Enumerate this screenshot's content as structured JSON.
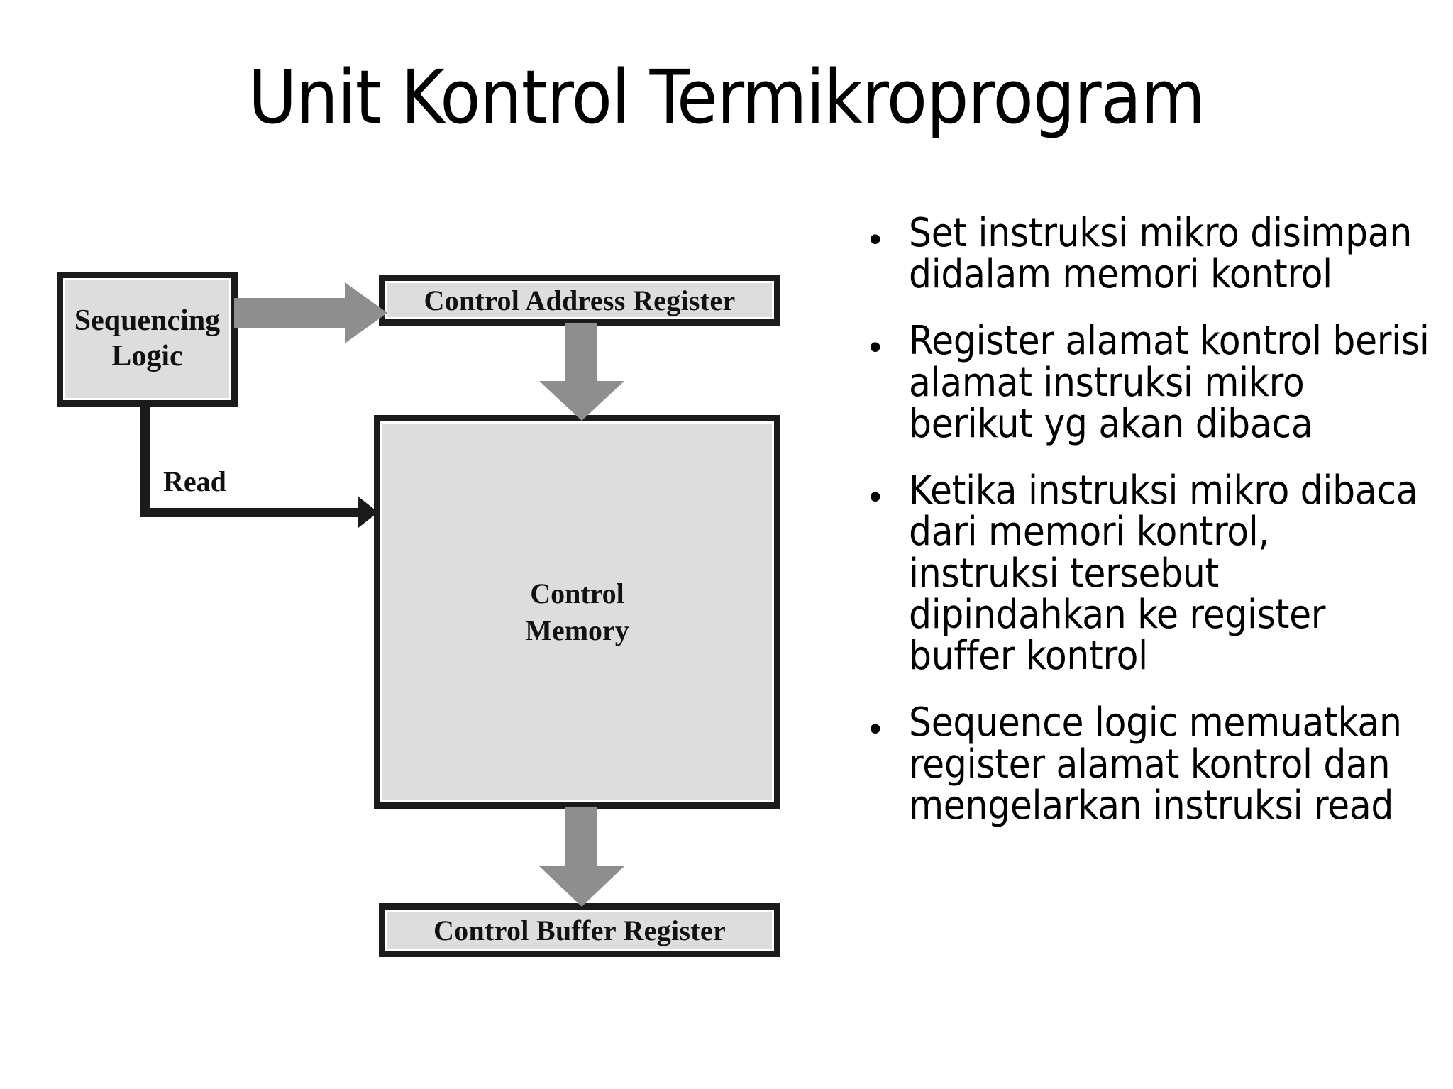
{
  "slide": {
    "title": "Unit Kontrol Termikroprogram",
    "background_color": "#ffffff"
  },
  "diagram": {
    "box_fill_color": "#dddddd",
    "box_border_color": "#1b1b1b",
    "arrow_color": "#8e8e8e",
    "line_color": "#1b1b1b",
    "boxes": [
      {
        "id": "sequencing-logic",
        "label_line1": "Sequencing",
        "label_line2": "Logic"
      },
      {
        "id": "control-address-register",
        "label": "Control Address Register"
      },
      {
        "id": "control-memory",
        "label_line1": "Control",
        "label_line2": "Memory"
      },
      {
        "id": "control-buffer-register",
        "label": "Control Buffer Register"
      }
    ],
    "connections": [
      {
        "id": "sl-to-car",
        "from": "sequencing-logic",
        "to": "control-address-register",
        "style": "gray-block-arrow",
        "direction": "right",
        "label": ""
      },
      {
        "id": "car-to-cm",
        "from": "control-address-register",
        "to": "control-memory",
        "style": "gray-block-arrow",
        "direction": "down",
        "label": ""
      },
      {
        "id": "cm-to-cbr",
        "from": "control-memory",
        "to": "control-buffer-register",
        "style": "gray-block-arrow",
        "direction": "down",
        "label": ""
      },
      {
        "id": "read",
        "from": "sequencing-logic",
        "to": "control-memory",
        "style": "black-line-arrow",
        "direction": "right",
        "label": "Read"
      }
    ],
    "read_label": "Read"
  },
  "bullets": {
    "marker": "•",
    "items": [
      {
        "text": "Set instruksi mikro disimpan didalam memori kontrol"
      },
      {
        "text": "Register alamat kontrol berisi alamat instruksi mikro berikut yg akan dibaca"
      },
      {
        "text": "Ketika instruksi mikro dibaca dari memori kontrol, instruksi tersebut dipindahkan ke register buffer kontrol"
      },
      {
        "text": "Sequence logic memuatkan register alamat kontrol dan mengelarkan instruksi read"
      }
    ]
  }
}
